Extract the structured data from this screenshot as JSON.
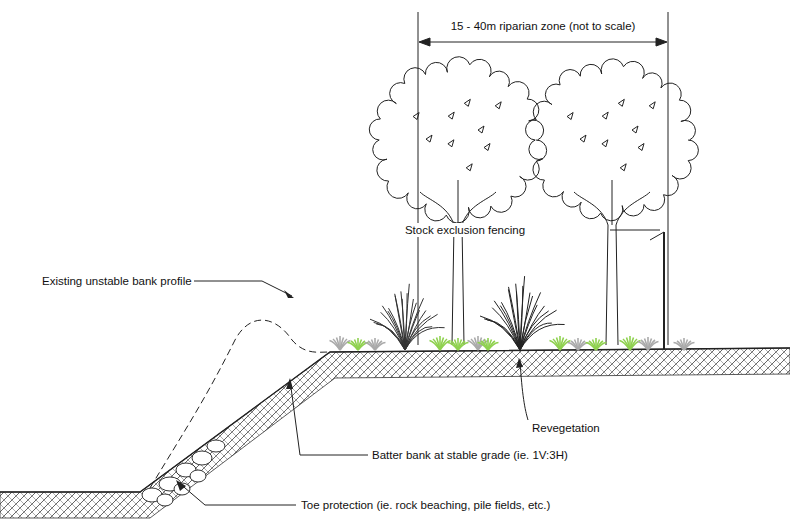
{
  "diagram": {
    "labels": [
      "15 - 40m riparian zone (not to scale)",
      "Stock exclusion fencing",
      "Existing unstable bank profile",
      "Revegetation",
      "Batter bank at stable grade (ie. 1V:3H)",
      "Toe protection (ie. rock beaching, pile fields, etc.)"
    ]
  }
}
